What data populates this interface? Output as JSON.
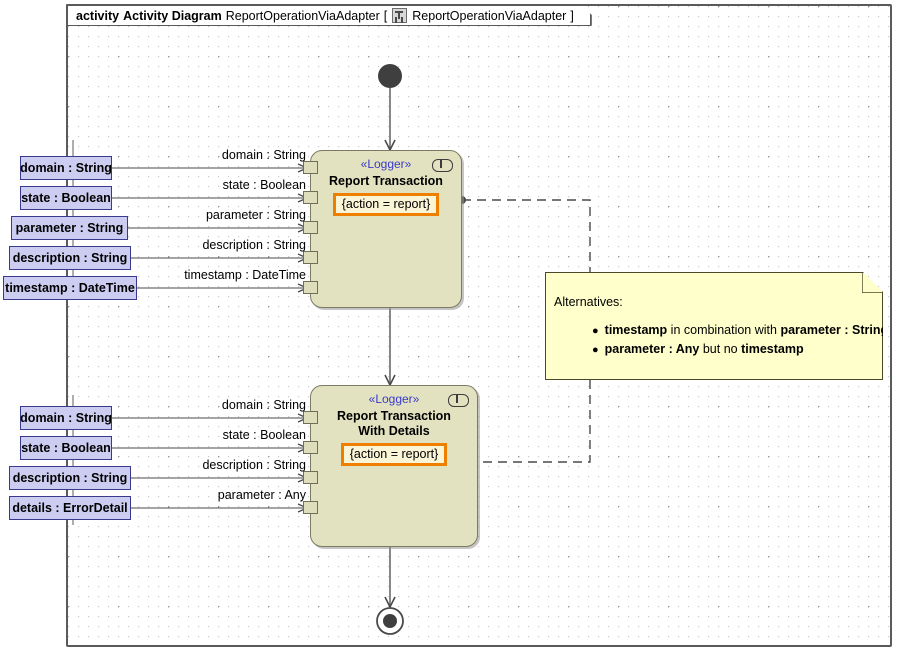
{
  "frame": {
    "keyword": "activity",
    "diagram_type": "Activity Diagram",
    "diagram_name": "ReportOperationViaAdapter",
    "bracket_open": "[",
    "context_icon": "activity-diagram-icon",
    "context_name": "ReportOperationViaAdapter",
    "bracket_close": "]"
  },
  "nodes": {
    "initial": {
      "name": "initial-node"
    },
    "final": {
      "name": "activity-final-node"
    },
    "action1": {
      "stereotype": "«Logger»",
      "name": "Report Transaction",
      "constraint": "{action = report}",
      "icon": "behavior-icon"
    },
    "action2": {
      "stereotype": "«Logger»",
      "name_line1": "Report Transaction",
      "name_line2": "With Details",
      "constraint": "{action = report}",
      "icon": "behavior-icon"
    }
  },
  "params_top": [
    {
      "label": "domain : String",
      "edge": "domain : String"
    },
    {
      "label": "state : Boolean",
      "edge": "state : Boolean"
    },
    {
      "label": "parameter : String",
      "edge": "parameter : String"
    },
    {
      "label": "description : String",
      "edge": "description : String"
    },
    {
      "label": "timestamp : DateTime",
      "edge": "timestamp : DateTime"
    }
  ],
  "params_bottom": [
    {
      "label": "domain : String",
      "edge": "domain : String"
    },
    {
      "label": "state : Boolean",
      "edge": "state : Boolean"
    },
    {
      "label": "description : String",
      "edge": "description : String"
    },
    {
      "label": "details : ErrorDetail",
      "edge": "parameter : Any"
    }
  ],
  "note": {
    "title": "Alternatives:",
    "bullet_glyph": "●",
    "items": [
      {
        "p1": "timestamp",
        "p2": " in combination with ",
        "p3": "parameter : String"
      },
      {
        "p1": "parameter : Any",
        "p2": " but no ",
        "p3": "timestamp"
      }
    ]
  },
  "colors": {
    "action_fill": "#e2e2c1",
    "action_border": "#7b7b63",
    "stereotype_text": "#3a3acc",
    "constraint_border": "#ef7f00",
    "param_fill": "#cdcdf2",
    "param_border": "#3a3a8c",
    "note_fill": "#ffffcc",
    "pin_fill": "#dedebc"
  }
}
